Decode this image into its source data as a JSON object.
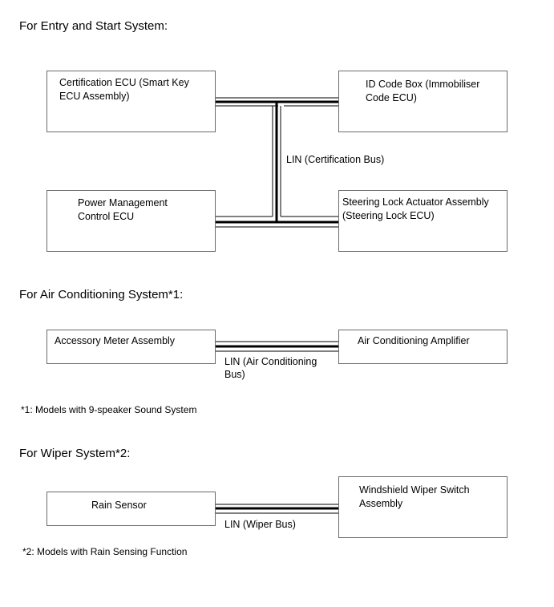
{
  "entry_start": {
    "heading": "For Entry and Start System:",
    "boxes": {
      "certification_ecu": "Certification ECU (Smart Key\nECU Assembly)",
      "id_code_box": "ID Code Box (Immobiliser\nCode ECU)",
      "power_management": "Power Management\nControl ECU",
      "steering_lock": "Steering Lock Actuator Assembly\n(Steering Lock ECU)"
    },
    "bus_label": "LIN (Certification Bus)"
  },
  "air_conditioning": {
    "heading": "For Air Conditioning System*1:",
    "boxes": {
      "accessory_meter": "Accessory Meter Assembly",
      "ac_amplifier": "Air Conditioning Amplifier"
    },
    "bus_label": "LIN (Air Conditioning\nBus)",
    "footnote": "*1: Models with 9-speaker Sound System"
  },
  "wiper": {
    "heading": "For Wiper System*2:",
    "boxes": {
      "rain_sensor": "Rain Sensor",
      "wiper_switch": "Windshield Wiper Switch\nAssembly"
    },
    "bus_label": "LIN (Wiper Bus)",
    "footnote": "*2: Models with Rain Sensing Function"
  }
}
